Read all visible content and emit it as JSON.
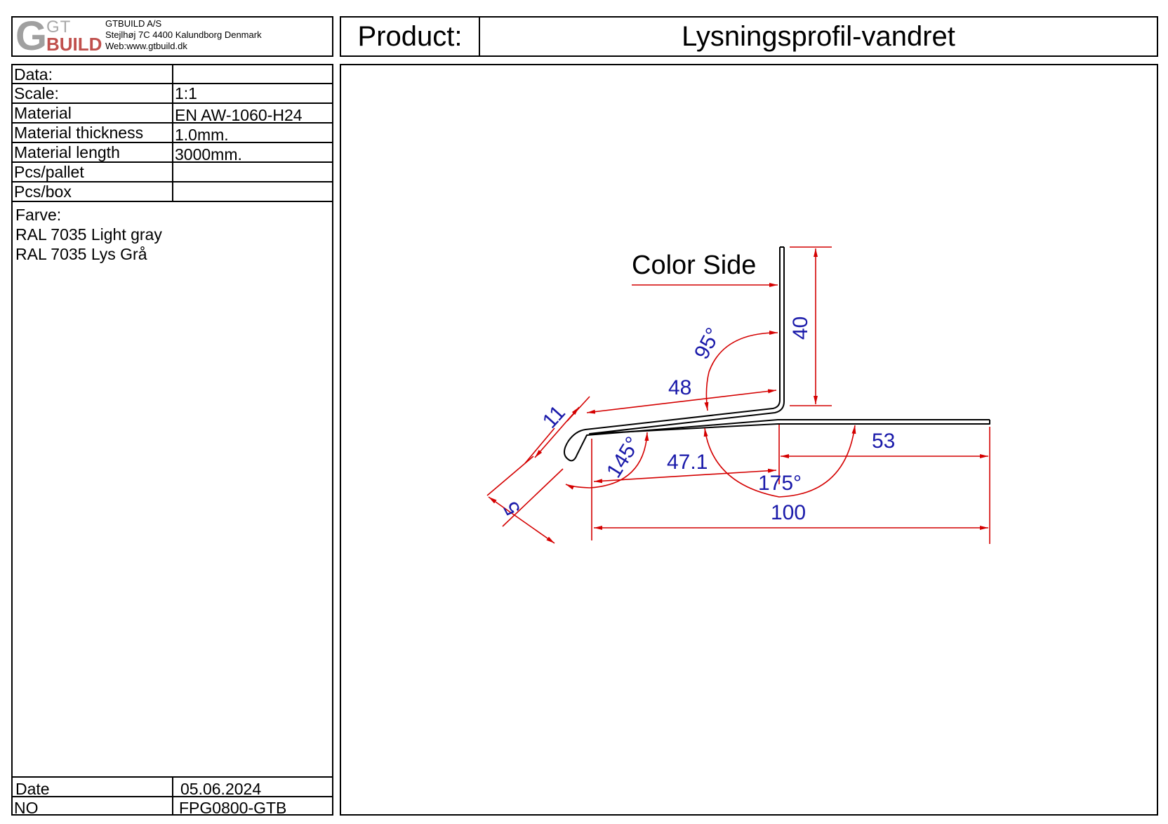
{
  "company": {
    "logo_g": "G",
    "logo_gt": "GT",
    "logo_build": "BUILD",
    "name": "GTBUILD A/S",
    "address": "Stejlhøj 7C 4400 Kalundborg Denmark",
    "web": "Web:www.gtbuild.dk",
    "brand_color": "#c0504d"
  },
  "product": {
    "label": "Product:",
    "name": "Lysningsprofil-vandret"
  },
  "specs": [
    {
      "label": "Data:",
      "value": ""
    },
    {
      "label": "Scale:",
      "value": "1:1"
    },
    {
      "label": "Material",
      "value": "EN AW-1060-H24"
    },
    {
      "label": "Material thickness",
      "value": "1.0mm."
    },
    {
      "label": "Material length",
      "value": "3000mm."
    },
    {
      "label": "Pcs/pallet",
      "value": ""
    },
    {
      "label": "Pcs/box",
      "value": ""
    }
  ],
  "farve": {
    "title": "Farve:",
    "lines": [
      "RAL 7035  Light gray",
      "RAL 7035  Lys Grå"
    ]
  },
  "footer": {
    "date_label": "Date",
    "date_value": "05.06.2024",
    "no_label": "NO",
    "no_value": "FPG0800-GTB"
  },
  "drawing": {
    "color_side_label": "Color Side",
    "dim_color": "#d40000",
    "label_color": "#1a1aaa",
    "dimensions": {
      "height": "40",
      "top_length": "48",
      "hem": "11",
      "angle_top": "95°",
      "angle_hem": "145°",
      "bottom_length": "47.1",
      "angle_bottom": "175°",
      "right_length": "53",
      "total_length": "100",
      "hem_width": "5"
    }
  }
}
